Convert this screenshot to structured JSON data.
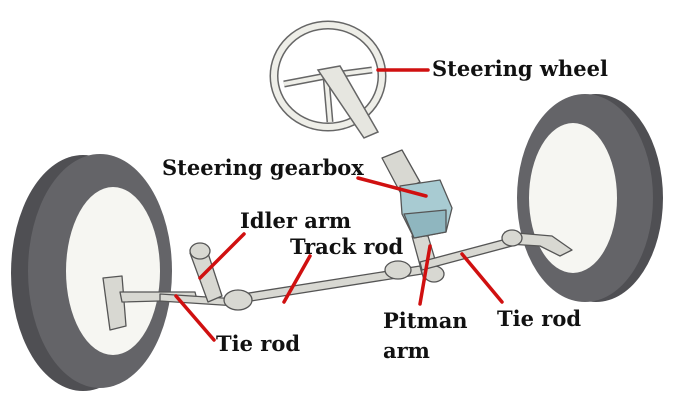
{
  "labels": {
    "steering_wheel": "Steering wheel",
    "steering_gearbox": "Steering gearbox",
    "idler_arm": "Idler arm",
    "track_rod": "Track rod",
    "pitman_arm_line1": "Pitman",
    "pitman_arm_line2": "arm",
    "tie_rod_right": "Tie rod",
    "tie_rod_left": "Tie rod"
  },
  "colors": {
    "leader": "#d01010",
    "tire": "#5f5f63",
    "tire_dark": "#4a4a4e",
    "rim": "#f6f6f2",
    "gearbox": "#a8cbd2",
    "linkage": "#d6d6d0"
  }
}
